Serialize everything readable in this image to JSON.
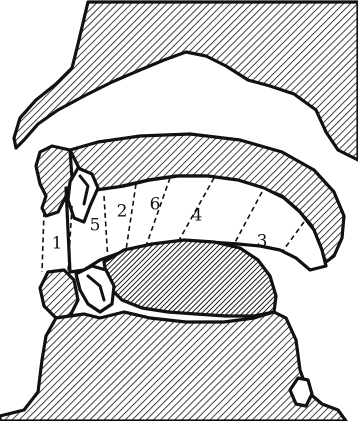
{
  "zones": [
    {
      "label": "1"
    },
    {
      "label": "5"
    },
    {
      "label": "2"
    },
    {
      "label": "6"
    },
    {
      "label": "4"
    },
    {
      "label": "3"
    }
  ]
}
